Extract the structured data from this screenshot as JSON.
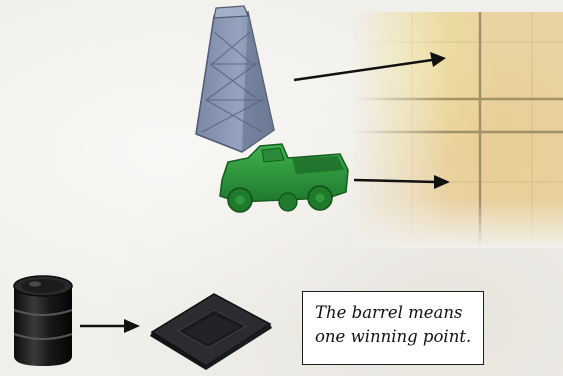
{
  "caption": {
    "line1": "The barrel means",
    "line2": "one winning point."
  },
  "pieces": {
    "tower": "oil-derrick-piece",
    "truck": "truck-piece",
    "barrel": "barrel-piece",
    "tile": "square-tile-piece"
  },
  "colors": {
    "derrick": "#8796b3",
    "truck": "#2f9a3f",
    "barrel": "#1a1a1a",
    "tile": "#2a2a2e",
    "board": "#e8d3a2",
    "caption_border": "#1d1d1d"
  }
}
